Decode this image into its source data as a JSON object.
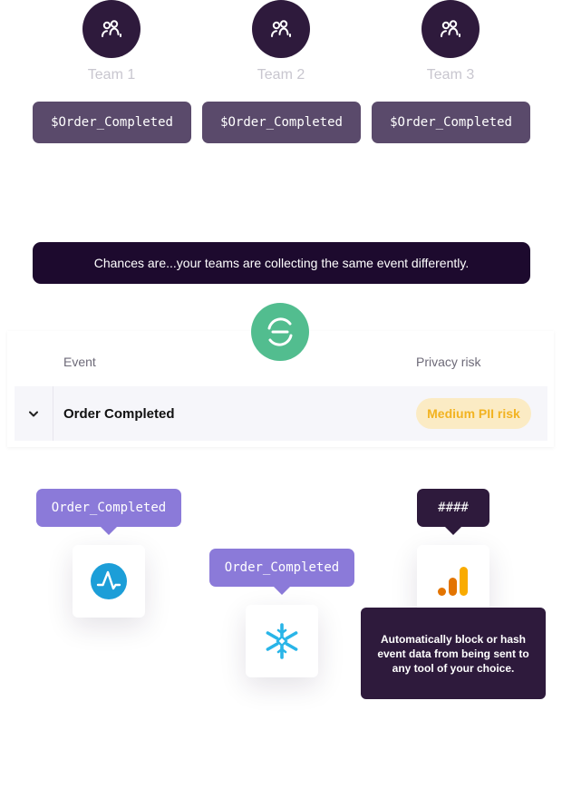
{
  "teams": [
    {
      "label": "Team 1",
      "event": "$Order_Completed"
    },
    {
      "label": "Team 2",
      "event": "$Order_Completed"
    },
    {
      "label": "Team 3",
      "event": "$Order_Completed"
    }
  ],
  "banner": {
    "text": "Chances are...your teams are collecting the same event differently."
  },
  "table": {
    "headers": {
      "event": "Event",
      "privacy_risk": "Privacy risk"
    },
    "row": {
      "event": "Order Completed",
      "risk": "Medium PII risk"
    }
  },
  "destinations": [
    {
      "name": "amplitude",
      "tag": "Order_Completed",
      "icon": "amplitude-icon"
    },
    {
      "name": "snowflake",
      "tag": "Order_Completed",
      "icon": "snowflake-icon"
    },
    {
      "name": "google-analytics",
      "tag": "####",
      "icon": "google-analytics-icon"
    }
  ],
  "tooltip": {
    "text": "Automatically block or hash event data from being sent to any tool of your choice."
  },
  "colors": {
    "dark_purple": "#2e1a3c",
    "pill_purple": "#5a4a6b",
    "accent_purple": "#8b7ad9",
    "segment_green": "#52bd8f",
    "risk_yellow": "#f2b321"
  }
}
